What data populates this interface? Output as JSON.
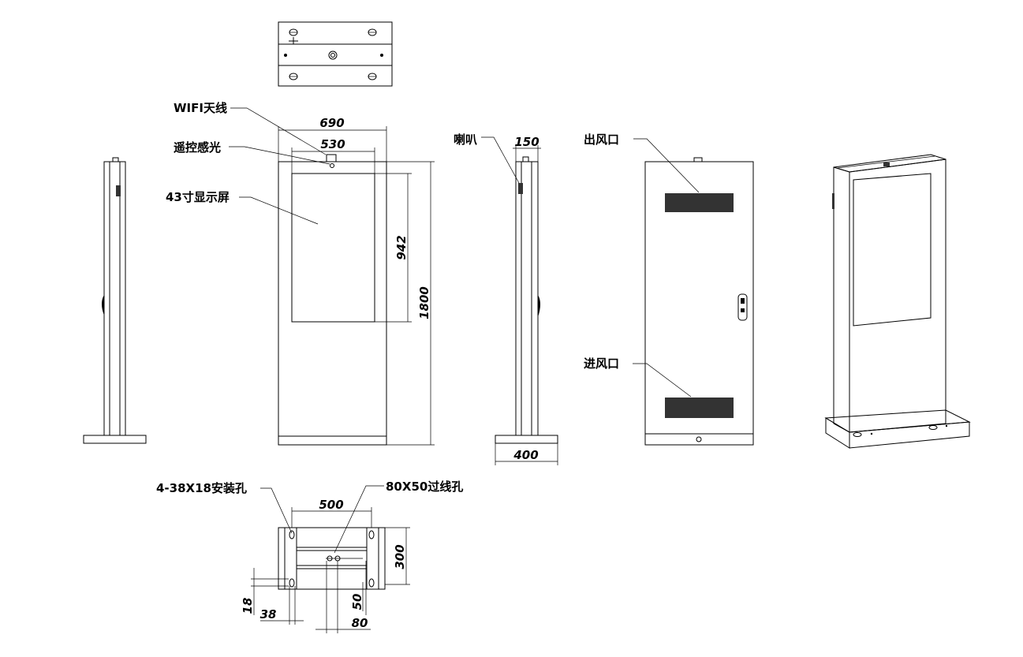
{
  "labels": {
    "wifi": "WIFI天线",
    "remote": "遥控感光",
    "screen": "43寸显示屏",
    "speaker": "喇叭",
    "outlet": "出风口",
    "inlet": "进风口",
    "mount_holes": "4-38X18安装孔",
    "cable_hole": "80X50过线孔"
  },
  "dimensions": {
    "width_total": "690",
    "width_screen": "530",
    "height_screen": "942",
    "height_total": "1800",
    "depth_top": "150",
    "depth_base": "400",
    "base_span": "500",
    "base_depth": "300",
    "hole_w": "38",
    "hole_h": "18",
    "cable_offset": "50",
    "cable_w": "80"
  },
  "colors": {
    "line": "#000000",
    "background": "#ffffff"
  }
}
